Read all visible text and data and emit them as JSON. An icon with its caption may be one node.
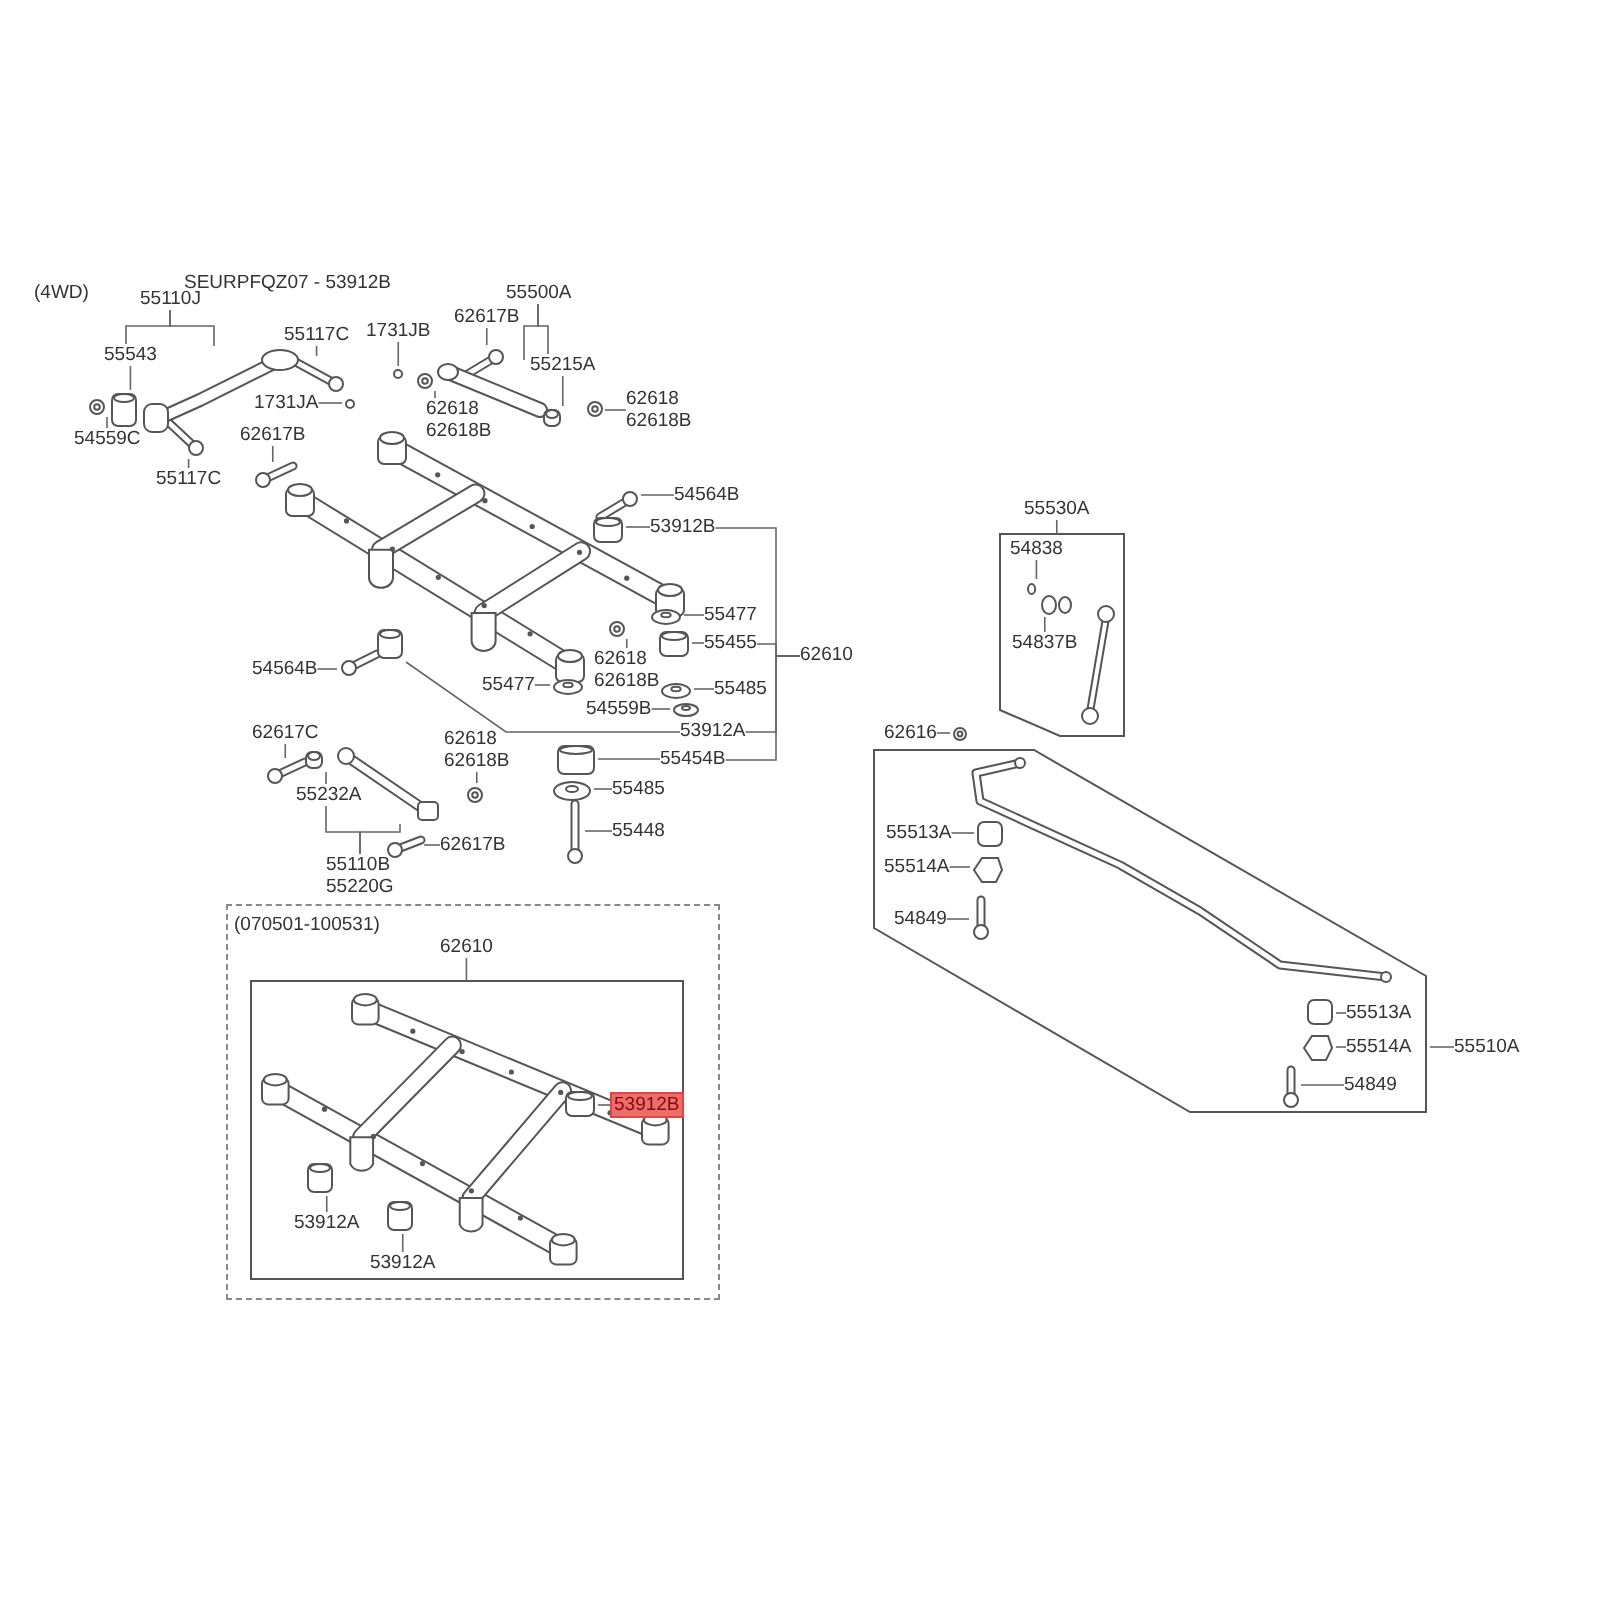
{
  "diagram": {
    "nodes": [
      {
        "text": [
          "55110J"
        ]
      },
      {
        "text": [
          "55543"
        ]
      },
      {
        "text": [
          "54559C"
        ]
      },
      {
        "text": [
          "55117C"
        ]
      },
      {
        "text": [
          "55117C"
        ]
      },
      {
        "text": [
          "1731JB"
        ]
      },
      {
        "text": [
          "1731JA"
        ]
      },
      {
        "text": [
          "62617B"
        ]
      },
      {
        "text": [
          "55500A"
        ]
      },
      {
        "text": [
          "55215A"
        ]
      },
      {
        "text": [
          "62618",
          "62618B"
        ]
      },
      {
        "text": [
          "62618",
          "62618B"
        ]
      },
      {
        "text": [
          "62617B"
        ]
      },
      {
        "text": [
          "54564B"
        ]
      },
      {
        "text": [
          "53912B"
        ]
      },
      {
        "text": [
          "55477"
        ]
      },
      {
        "text": [
          "55455"
        ]
      },
      {
        "text": [
          "62610"
        ]
      },
      {
        "text": [
          "62618",
          "62618B"
        ]
      },
      {
        "text": [
          "55477"
        ]
      },
      {
        "text": [
          "54564B"
        ]
      },
      {
        "text": [
          "55485"
        ]
      },
      {
        "text": [
          "54559B"
        ]
      },
      {
        "text": [
          "53912A"
        ]
      },
      {
        "text": [
          "62617C"
        ]
      },
      {
        "text": [
          "62618",
          "62618B"
        ]
      },
      {
        "text": [
          "55454B"
        ]
      },
      {
        "text": [
          "55485"
        ]
      },
      {
        "text": [
          "55232A"
        ]
      },
      {
        "text": [
          "55448"
        ]
      },
      {
        "text": [
          "62617B"
        ]
      },
      {
        "text": [
          "55110B"
        ]
      },
      {
        "text": [
          "(070501-100531)"
        ]
      },
      {
        "text": [
          "62610"
        ],
        "in": 32
      },
      {
        "text": [],
        "shape": "box",
        "in": 32
      },
      {
        "text": [],
        "shape": "picture",
        "in": 34
      },
      {
        "text": [
          "53912A"
        ],
        "in": 35
      },
      {
        "text": [
          "53912A"
        ],
        "in": 35
      },
      {
        "text": [
          "55530A"
        ]
      },
      {
        "text": [],
        "shape": "box"
      },
      {
        "text": [
          "54838"
        ],
        "in": 39
      },
      {
        "text": [
          "54837B"
        ],
        "in": 39
      },
      {
        "text": [
          "62616"
        ]
      },
      {
        "text": [],
        "shape": "box"
      },
      {
        "text": [],
        "shape": "picture",
        "in": 43
      },
      {
        "text": [
          "55514A"
        ],
        "in": 43
      },
      {
        "text": [
          "54849"
        ],
        "in": 43
      },
      {
        "text": [
          "55513A"
        ],
        "in": 43
      },
      {
        "text": [
          "55514A"
        ],
        "in": 43
      },
      {
        "text": [
          "54849"
        ],
        "in": 43
      },
      {
        "text": [
          "55510A"
        ]
      },
      {
        "text": [],
        "shape": "picture"
      },
      {
        "text": [],
        "shape": "picture"
      },
      {
        "text": [],
        "shape": "picture"
      },
      {
        "text": [],
        "shape": "picture"
      },
      {
        "text": [],
        "shape": "picture"
      },
      {
        "text": [],
        "shape": "circle"
      },
      {
        "text": [],
        "shape": "circle"
      },
      {
        "text": [],
        "shape": "picture"
      },
      {
        "text": [],
        "shape": "picture"
      },
      {
        "text": [],
        "shape": "picture"
      },
      {
        "text": [],
        "shape": "picture"
      },
      {
        "text": [],
        "shape": "picture"
      },
      {
        "text": [],
        "shape": "picture"
      },
      {
        "text": [],
        "shape": "picture",
        "in": 51
      },
      {
        "text": [],
        "shape": "picture",
        "in": 51
      },
      {
        "text": [],
        "shape": "picture",
        "in": 51
      },
      {
        "text": [],
        "shape": "picture"
      },
      {
        "text": [],
        "shape": "picture",
        "in": 51
      },
      {
        "text": [],
        "shape": "picture"
      },
      {
        "text": [],
        "shape": "picture",
        "in": 51
      },
      {
        "text": [],
        "shape": "picture"
      },
      {
        "text": [],
        "shape": "picture"
      },
      {
        "text": [],
        "shape": "picture",
        "in": 51
      },
      {
        "text": [],
        "shape": "picture"
      },
      {
        "text": [],
        "shape": "picture"
      },
      {
        "text": [],
        "shape": "picture"
      },
      {
        "text": [],
        "shape": "picture"
      },
      {
        "text": [],
        "shape": "picture"
      },
      {
        "text": [],
        "shape": "picture"
      },
      {
        "text": [],
        "shape": "picture"
      },
      {
        "text": [],
        "shape": "picture"
      },
      {
        "text": [],
        "shape": "picture",
        "in": 35
      },
      {
        "text": [],
        "shape": "picture",
        "in": 35
      },
      {
        "text": [],
        "shape": "picture",
        "in": 35
      },
      {
        "text": [],
        "shape": "circle",
        "in": 39
      },
      {
        "text": [],
        "shape": "picture",
        "in": 39
      },
      {
        "text": [],
        "shape": "picture"
      },
      {
        "text": [],
        "shape": "box",
        "in": 44
      },
      {
        "text": [],
        "shape": "box",
        "in": 44
      },
      {
        "text": [],
        "shape": "picture",
        "in": 43
      },
      {
        "text": [],
        "shape": "box",
        "in": 43
      },
      {
        "text": [],
        "shape": "box",
        "in": 43
      },
      {
        "text": [],
        "shape": "picture",
        "in": 43
      },
      {
        "text": [],
        "shape": "picture"
      },
      {
        "text": [
          "53912B"
        ],
        "in": 34
      },
      {
        "text": [],
        "shape": "picture",
        "in": 39
      },
      {
        "text": [
          "55513A"
        ],
        "in": 43
      }
    ],
    "edges": [
      {
        "from": 0,
        "to": 1,
        "arrow": "none"
      },
      {
        "from": 0,
        "to": 94,
        "arrow": "none"
      },
      {
        "from": 1,
        "to": 52,
        "arrow": "none"
      },
      {
        "from": 2,
        "to": 53,
        "arrow": "none"
      },
      {
        "from": 3,
        "to": 54,
        "arrow": "none"
      },
      {
        "from": 4,
        "to": 55,
        "arrow": "none"
      },
      {
        "from": 5,
        "to": 56,
        "arrow": "none"
      },
      {
        "from": 6,
        "to": 57,
        "arrow": "none"
      },
      {
        "from": 7,
        "to": 58,
        "arrow": "none"
      },
      {
        "from": 8,
        "to": 59,
        "arrow": "none"
      },
      {
        "from": 8,
        "to": 9,
        "arrow": "none"
      },
      {
        "from": 9,
        "to": 60,
        "arrow": "none"
      },
      {
        "from": 10,
        "to": 61,
        "arrow": "none"
      },
      {
        "from": 11,
        "to": 62,
        "arrow": "none"
      },
      {
        "from": 12,
        "to": 63,
        "arrow": "none"
      },
      {
        "from": 13,
        "to": 64,
        "arrow": "none"
      },
      {
        "from": 14,
        "to": 65,
        "arrow": "none"
      },
      {
        "from": 15,
        "to": 66,
        "arrow": "none"
      },
      {
        "from": 16,
        "to": 67,
        "arrow": "none"
      },
      {
        "from": 18,
        "to": 68,
        "arrow": "none"
      },
      {
        "from": 19,
        "to": 69,
        "arrow": "none"
      },
      {
        "from": 20,
        "to": 70,
        "arrow": "none"
      },
      {
        "from": 21,
        "to": 71,
        "arrow": "none"
      },
      {
        "from": 22,
        "to": 72,
        "arrow": "none"
      },
      {
        "from": 23,
        "to": 73,
        "arrow": "none"
      },
      {
        "from": 24,
        "to": 74,
        "arrow": "none"
      },
      {
        "from": 25,
        "to": 75,
        "arrow": "none"
      },
      {
        "from": 26,
        "to": 76,
        "arrow": "none"
      },
      {
        "from": 27,
        "to": 77,
        "arrow": "none"
      },
      {
        "from": 28,
        "to": 78,
        "arrow": "none"
      },
      {
        "from": 29,
        "to": 79,
        "arrow": "none"
      },
      {
        "from": 30,
        "to": 80,
        "arrow": "none"
      },
      {
        "from": 31,
        "to": 28,
        "arrow": "none"
      },
      {
        "from": 31,
        "to": 81,
        "arrow": "none"
      },
      {
        "from": 17,
        "to": 14,
        "arrow": "none"
      },
      {
        "from": 17,
        "to": 16,
        "arrow": "none"
      },
      {
        "from": 17,
        "to": 23,
        "arrow": "none"
      },
      {
        "from": 17,
        "to": 26,
        "arrow": "none"
      },
      {
        "from": 33,
        "to": 34,
        "arrow": "none"
      },
      {
        "from": 95,
        "to": 82,
        "arrow": "none"
      },
      {
        "from": 36,
        "to": 83,
        "arrow": "none"
      },
      {
        "from": 37,
        "to": 84,
        "arrow": "none"
      },
      {
        "from": 38,
        "to": 39,
        "arrow": "none"
      },
      {
        "from": 40,
        "to": 85,
        "arrow": "none"
      },
      {
        "from": 41,
        "to": 86,
        "arrow": "none"
      },
      {
        "from": 42,
        "to": 87,
        "arrow": "none"
      },
      {
        "from": 97,
        "to": 88,
        "arrow": "none"
      },
      {
        "from": 45,
        "to": 89,
        "arrow": "none"
      },
      {
        "from": 46,
        "to": 90,
        "arrow": "none"
      },
      {
        "from": 47,
        "to": 91,
        "arrow": "none"
      },
      {
        "from": 48,
        "to": 92,
        "arrow": "none"
      },
      {
        "from": 49,
        "to": 93,
        "arrow": "none"
      },
      {
        "from": 50,
        "to": 43,
        "arrow": "none"
      }
    ],
    "labels": [
      "(4WD)",
      "SEURPFQZ07 - 53912B",
      "55220G"
    ]
  }
}
